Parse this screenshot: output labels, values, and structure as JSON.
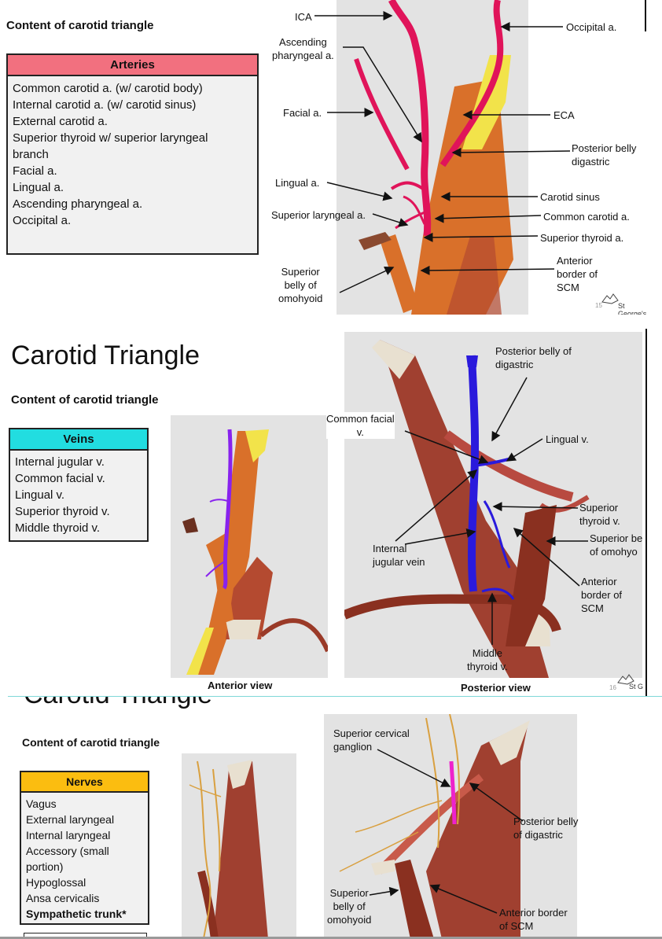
{
  "slide1": {
    "subtitle": "Content of carotid triangle",
    "table": {
      "header": "Arteries",
      "items": [
        "Common carotid a. (w/ carotid body)",
        "Internal carotid a. (w/ carotid sinus)",
        "External carotid a.",
        "Superior thyroid w/ superior laryngeal",
        "branch",
        "Facial a.",
        "Lingual a.",
        "Ascending pharyngeal a.",
        "Occipital a."
      ]
    },
    "labels": {
      "ica": "ICA",
      "ascending_pharyngeal": "Ascending\npharyngeal a.",
      "facial": "Facial a.",
      "lingual": "Lingual a.",
      "superior_laryngeal": "Superior laryngeal a.",
      "superior_belly_omohyoid": "Superior\nbelly of\nomohyoid",
      "occipital": "Occipital a.",
      "eca": "ECA",
      "posterior_belly_digastric": "Posterior belly\ndigastric",
      "carotid_sinus": "Carotid sinus",
      "common_carotid": "Common carotid a.",
      "superior_thyroid": "Superior thyroid a.",
      "anterior_border_scm": "Anterior\nborder of\nSCM"
    },
    "page_number": "15",
    "logo_text": "St George's",
    "colors": {
      "table_header": "#f2707f",
      "artery": "#e0145a",
      "muscle": "#e07a2a",
      "tendon": "#f0e050"
    }
  },
  "slide2": {
    "title": "Carotid Triangle",
    "subtitle": "Content of carotid triangle",
    "table": {
      "header": "Veins",
      "items": [
        "Internal jugular v.",
        "Common facial v.",
        "Lingual v.",
        "Superior thyroid v.",
        "Middle thyroid v."
      ]
    },
    "caption_left": "Anterior view",
    "caption_right": "Posterior view",
    "labels": {
      "posterior_belly_digastric": "Posterior belly of\ndigastric",
      "common_facial": "Common facial\nv.",
      "lingual": "Lingual v.",
      "superior_thyroid": "Superior\nthyroid v.",
      "superior_belly_omohyoid": "Superior be\nof omohyo",
      "internal_jugular": "Internal\njugular vein",
      "anterior_border_scm": "Anterior\nborder of\nSCM",
      "middle_thyroid": "Middle\nthyroid v."
    },
    "page_number": "16",
    "logo_text": "St G",
    "colors": {
      "table_header": "#22dde0",
      "vein": "#3322dd",
      "vein_anterior": "#8822ee",
      "muscle": "#9a3a28"
    }
  },
  "slide3": {
    "title_partial": "Carotid Triangle",
    "subtitle": "Content of carotid triangle",
    "table": {
      "header": "Nerves",
      "items": [
        "Vagus",
        "External laryngeal",
        "Internal laryngeal",
        "Accessory (small",
        "portion)",
        "Hypoglossal",
        "Ansa cervicalis"
      ],
      "bold_item": "Sympathetic trunk*"
    },
    "labels": {
      "superior_cervical_ganglion": "Superior cervical\nganglion",
      "posterior_belly_digastric": "Posterior belly\nof digastric",
      "superior_belly_omohyoid": "Superior\nbelly of\nomohyoid",
      "anterior_border_scm": "Anterior border\nof SCM"
    },
    "colors": {
      "table_header": "#fbbd10",
      "nerve": "#d9a040",
      "ganglion": "#ee22cc",
      "muscle": "#9a3a28"
    }
  }
}
